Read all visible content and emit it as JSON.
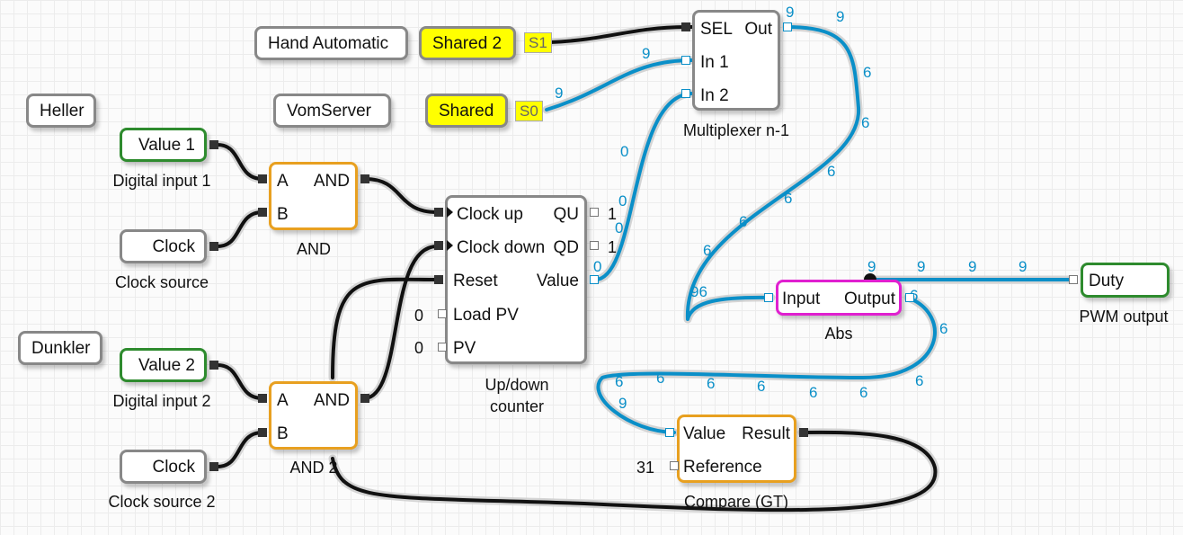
{
  "notes": {
    "hand_automatic": "Hand Automatic",
    "heller": "Heller",
    "vom_server": "VomServer",
    "dunkler": "Dunkler"
  },
  "shared": {
    "shared2": {
      "label": "Shared 2",
      "tag": "S1"
    },
    "shared": {
      "label": "Shared",
      "tag": "S0"
    }
  },
  "value1": {
    "label": "Value 1",
    "caption": "Digital input 1"
  },
  "clock1": {
    "label": "Clock",
    "caption": "Clock source"
  },
  "value2": {
    "label": "Value 2",
    "caption": "Digital input 2"
  },
  "clock2": {
    "label": "Clock",
    "caption": "Clock source 2"
  },
  "and1": {
    "in_a": "A",
    "in_b": "B",
    "out": "AND",
    "caption": "AND"
  },
  "and2": {
    "in_a": "A",
    "in_b": "B",
    "out": "AND",
    "caption": "AND 2"
  },
  "counter": {
    "clock_up": "Clock up",
    "clock_down": "Clock down",
    "reset": "Reset",
    "load_pv": "Load PV",
    "pv": "PV",
    "qu": "QU",
    "qd": "QD",
    "value": "Value",
    "qu_val": "1",
    "qd_val": "1",
    "load_pv_val": "0",
    "pv_val": "0",
    "caption_line1": "Up/down",
    "caption_line2": "counter"
  },
  "mux": {
    "sel": "SEL",
    "out": "Out",
    "in1": "In 1",
    "in2": "In 2",
    "caption": "Multiplexer n-1"
  },
  "abs": {
    "input": "Input",
    "output": "Output",
    "caption": "Abs"
  },
  "pwm": {
    "label": "Duty",
    "caption": "PWM output"
  },
  "compare": {
    "value": "Value",
    "result": "Result",
    "reference": "Reference",
    "ref_val": "31",
    "caption": "Compare (GT)"
  },
  "wire_values": {
    "v0": "0",
    "v6": "6",
    "v9": "9",
    "mux_out_a": "9",
    "mux_out_b": "9",
    "in1": "9",
    "s0": "9",
    "out_down1": "6",
    "out_down2": "6",
    "cnt0a": "0",
    "cnt0b": "0",
    "cnt0c": "0",
    "cnt0d": "0",
    "d6a": "6",
    "d6b": "6",
    "d6c": "6",
    "d6d": "6",
    "d6e": "6",
    "d96": "96",
    "abs9": "9",
    "duty9a": "9",
    "duty9b": "9",
    "duty9c": "9",
    "r6a": "6",
    "r6b": "6",
    "b6a": "6",
    "b6b": "6",
    "b6c": "6",
    "b6d": "6",
    "b6e": "6",
    "b6f": "6",
    "b9": "9"
  },
  "colors": {
    "wire_on": "#111111",
    "wire_value": "#0a8fc8",
    "input_border": "#2e8b2e",
    "logic_border": "#e8a020",
    "func_border": "#e020d0",
    "shared_fill": "#ffff00"
  }
}
